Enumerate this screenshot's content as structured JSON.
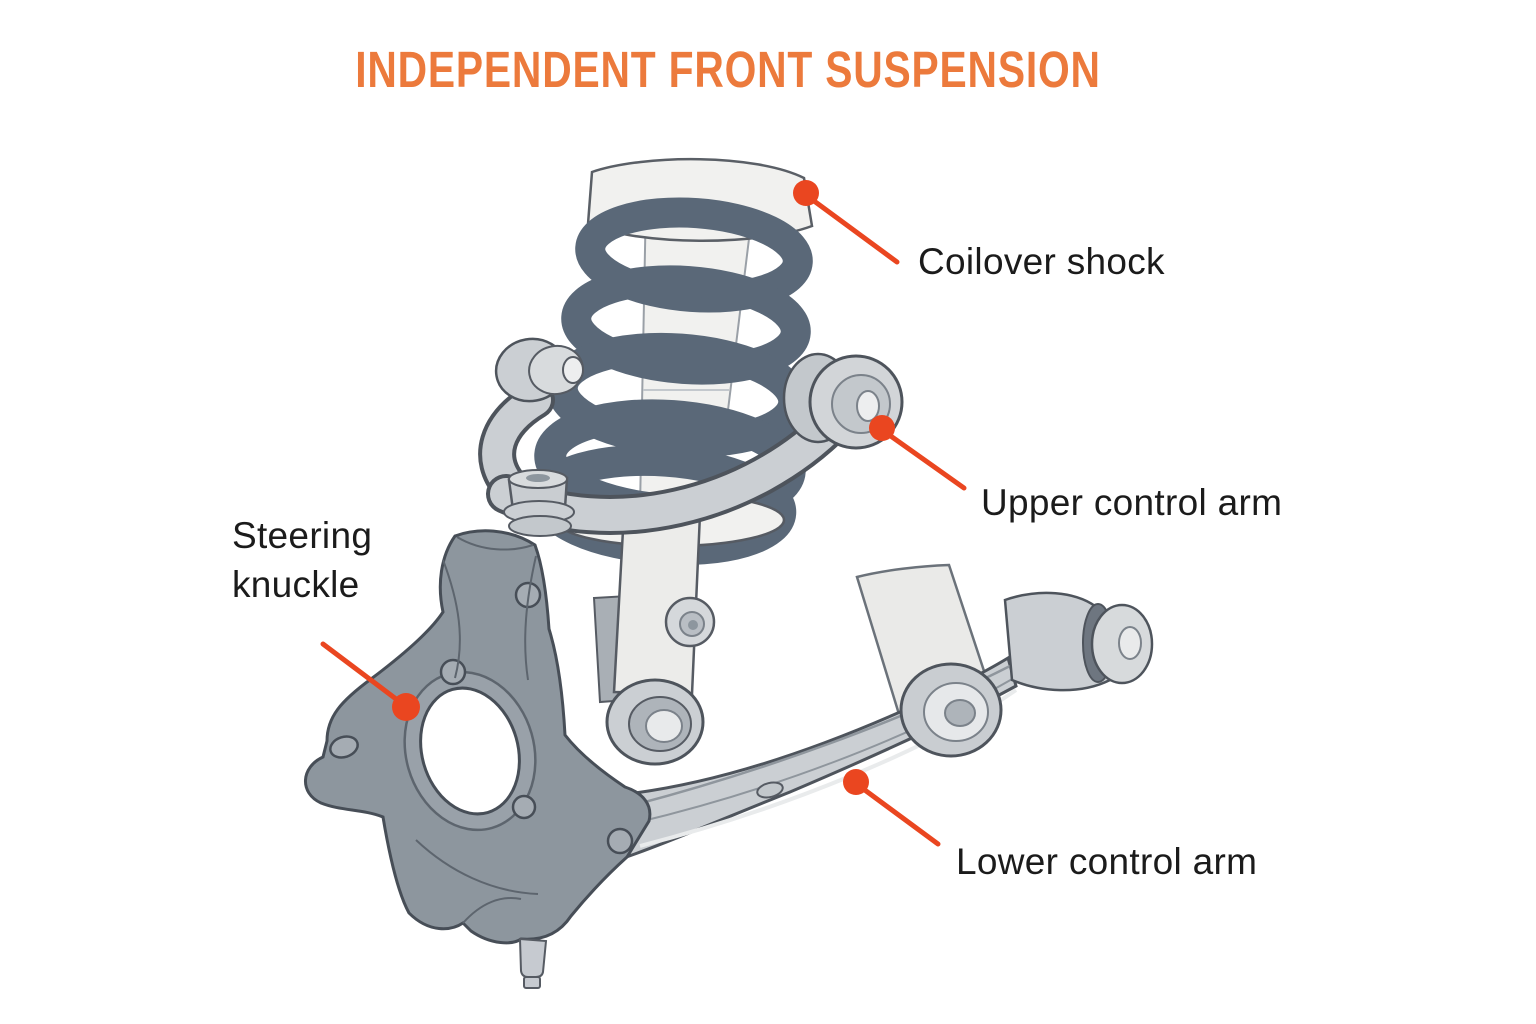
{
  "title": "INDEPENDENT FRONT SUSPENSION",
  "callouts": {
    "coilover_shock": {
      "label": "Coilover shock"
    },
    "upper_control_arm": {
      "label": "Upper control arm"
    },
    "steering_knuckle": {
      "label": "Steering knuckle"
    },
    "lower_control_arm": {
      "label": "Lower control arm"
    }
  },
  "colors": {
    "title": "#EC7A3C",
    "callout_accent": "#EA4620",
    "label_text": "#1B1B1B",
    "spring": "#5A6878",
    "metal_light": "#CBCFD3",
    "metal_white": "#F1F1EF",
    "knuckle": "#8D969E",
    "background": "#FFFFFF"
  }
}
